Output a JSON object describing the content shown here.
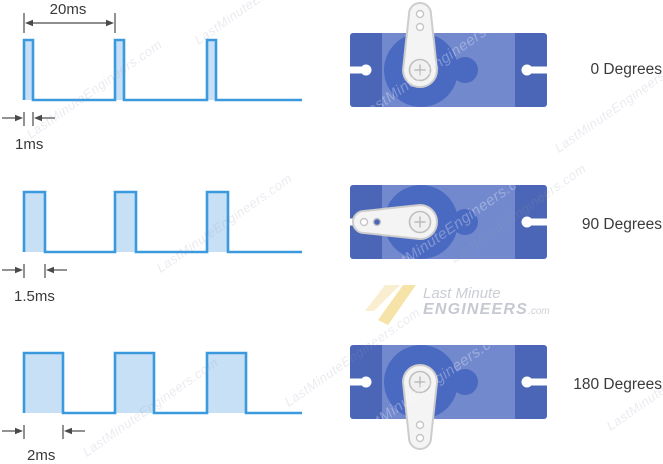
{
  "watermark": {
    "text": "LastMinuteEngineers.com"
  },
  "logo": {
    "line1": "Last Minute",
    "line2": "ENGINEERS",
    "suffix": ".com",
    "bolt_color_1": "#F9EED0",
    "bolt_color_2": "#F5E3A8"
  },
  "diagram": {
    "type": "pwm-servo-timing",
    "period_label": "20ms",
    "period_ms": 20,
    "rows": [
      {
        "pulse_width_label": "1ms",
        "pulse_width_ms": 1,
        "angle_label": "0 Degrees",
        "angle_deg": 0
      },
      {
        "pulse_width_label": "1.5ms",
        "pulse_width_ms": 1.5,
        "angle_label": "90 Degrees",
        "angle_deg": 90
      },
      {
        "pulse_width_label": "2ms",
        "pulse_width_ms": 2,
        "angle_label": "180 Degrees",
        "angle_deg": 180
      }
    ],
    "colors": {
      "wave_stroke": "#3B99DE",
      "wave_fill": "#C7E0F5",
      "dimension": "#4A4A4A",
      "label_text": "#3A3A3A",
      "servo_tab": "#4B66B6",
      "servo_body": "#7289CE",
      "servo_gear": "#4A69C1",
      "slot": "#FFFFFF",
      "horn_fill": "#F4F4F4",
      "horn_stroke": "#CDCDCD",
      "screw_fill": "#F0F0F0",
      "screw_stroke": "#BFBFBF",
      "hole_stroke": "#C6C6C6"
    }
  }
}
